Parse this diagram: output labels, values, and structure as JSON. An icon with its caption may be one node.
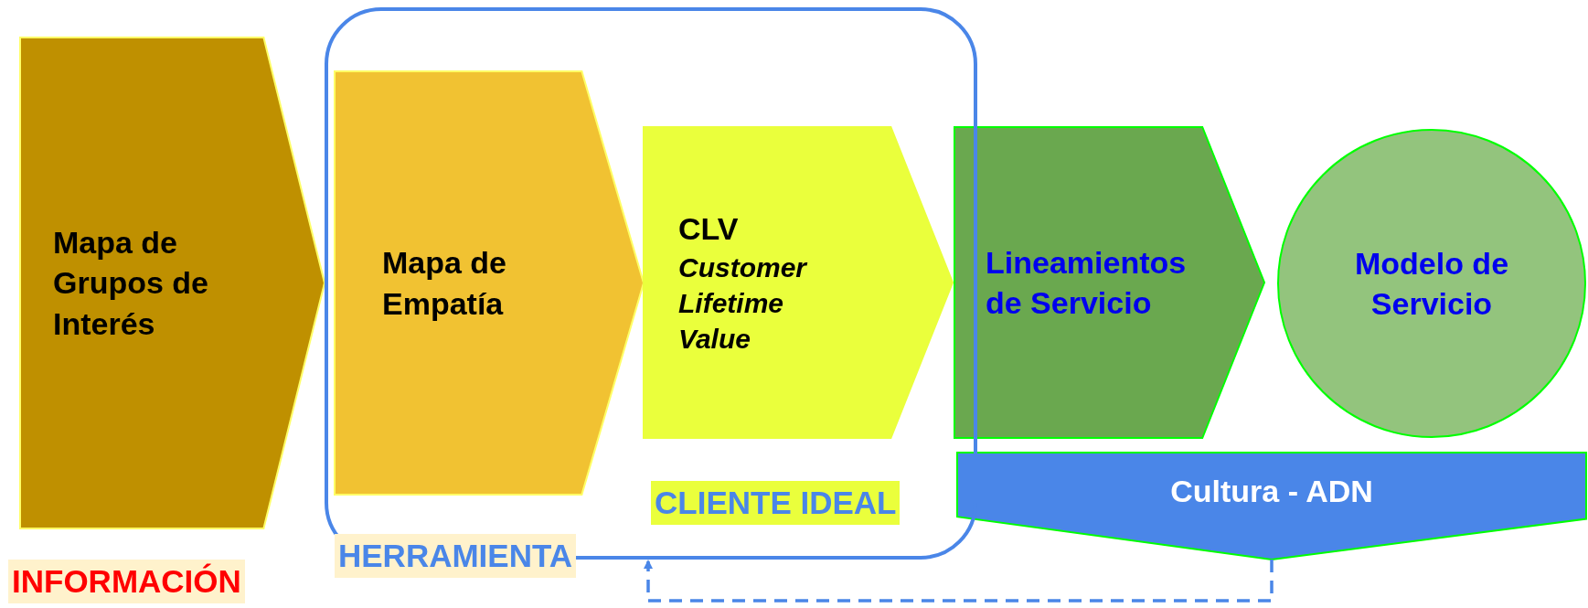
{
  "diagram": {
    "nodes": [
      {
        "text": [
          "Mapa de Grupos de Interés"
        ],
        "beside": [
          "INFORMACIÓN"
        ]
      },
      {
        "text": [
          "HERRAMIENTA"
        ]
      },
      {
        "text": [
          "Mapa de Empatía"
        ],
        "in": 1
      },
      {
        "text": [
          "CLV",
          "Customer Lifetime Value"
        ],
        "in": 1,
        "beside": [
          "CLIENTE IDEAL"
        ]
      },
      {
        "text": [
          "Lineamientos de Servicio"
        ]
      },
      {
        "text": [
          "Modelo de Servicio"
        ]
      },
      {
        "text": [
          "Cultura - ADN"
        ]
      }
    ],
    "edges": [
      {
        "from": 6,
        "to": 1,
        "arrow": "to",
        "style": "dashed"
      }
    ]
  }
}
